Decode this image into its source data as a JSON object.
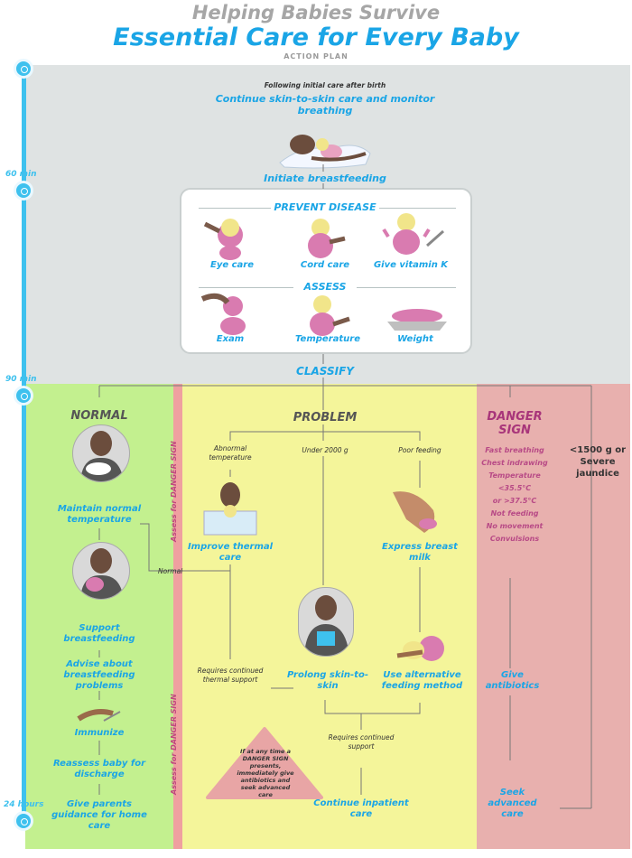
{
  "header": {
    "title_top": "Helping Babies Survive",
    "title_main": "Essential Care for Every Baby",
    "title_sub": "ACTION PLAN"
  },
  "timeline": {
    "t60": "60 min",
    "t90": "90 min",
    "t24h": "24 hours"
  },
  "initial": {
    "following": "Following initial care after birth",
    "continue": "Continue skin-to-skin care and monitor breathing",
    "initiate": "Initiate breastfeeding"
  },
  "prevent": {
    "title": "PREVENT DISEASE",
    "items": [
      "Eye care",
      "Cord care",
      "Give vitamin K"
    ]
  },
  "assess": {
    "title": "ASSESS",
    "items": [
      "Exam",
      "Temperature",
      "Weight"
    ]
  },
  "classify": "CLASSIFY",
  "normal": {
    "heading": "NORMAL",
    "maintain": "Maintain normal temperature",
    "support": "Support breastfeeding",
    "advise": "Advise about breastfeeding problems",
    "immunize": "Immunize",
    "reassess": "Reassess baby for discharge",
    "guidance": "Give parents guidance for home care"
  },
  "side_label": "Assess for DANGER SIGN",
  "problem": {
    "heading": "PROBLEM",
    "abnormal": "Abnormal temperature",
    "under": "Under 2000 g",
    "poor": "Poor feeding",
    "improve": "Improve thermal care",
    "express": "Express breast milk",
    "normal_label": "Normal",
    "requires_thermal": "Requires continued thermal support",
    "prolong": "Prolong skin-to-skin",
    "alternative": "Use alternative feeding method",
    "requires_support": "Requires continued support",
    "continue": "Continue inpatient care",
    "warning": "If at any time a DANGER SIGN presents, immediately give antibiotics and seek advanced care"
  },
  "danger": {
    "heading": "DANGER SIGN",
    "signs": [
      "Fast breathing",
      "Chest indrawing",
      "Temperature",
      "<35.5°C",
      "or >37.5°C",
      "Not feeding",
      "No movement",
      "Convulsions"
    ],
    "side": "<1500 g or Severe jaundice",
    "antibiotics": "Give antibiotics",
    "seek": "Seek advanced care"
  },
  "colors": {
    "blue": "#1aa5e6",
    "green_zone": "#c3f08f",
    "yellow_zone": "#f4f59a",
    "red_zone": "#e8b0ae",
    "grey_zone": "#dfe3e3"
  }
}
